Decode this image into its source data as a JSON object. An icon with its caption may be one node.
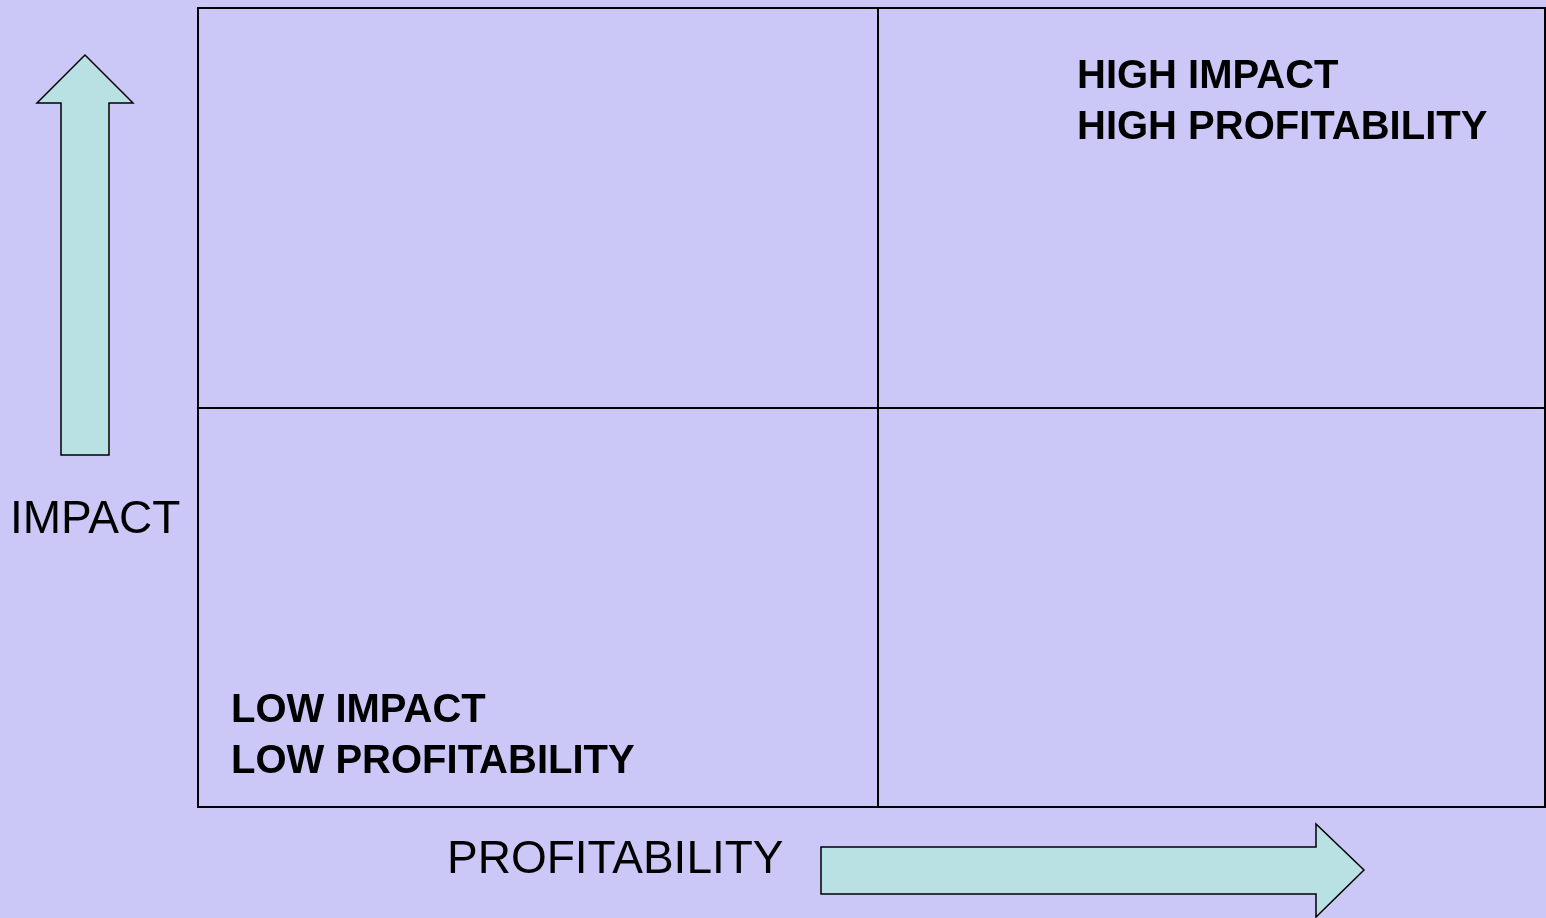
{
  "diagram": {
    "nodes": [
      {
        "text": [],
        "shape": "box"
      },
      {
        "text": [
          "HIGH IMPACT",
          "HIGH PROFITABILITY"
        ]
      },
      {
        "text": [
          "LOW IMPACT",
          "LOW PROFITABILITY"
        ]
      },
      {
        "text": [],
        "shape": "box"
      }
    ],
    "labels": [
      "IMPACT",
      "PROFITABILITY"
    ]
  }
}
